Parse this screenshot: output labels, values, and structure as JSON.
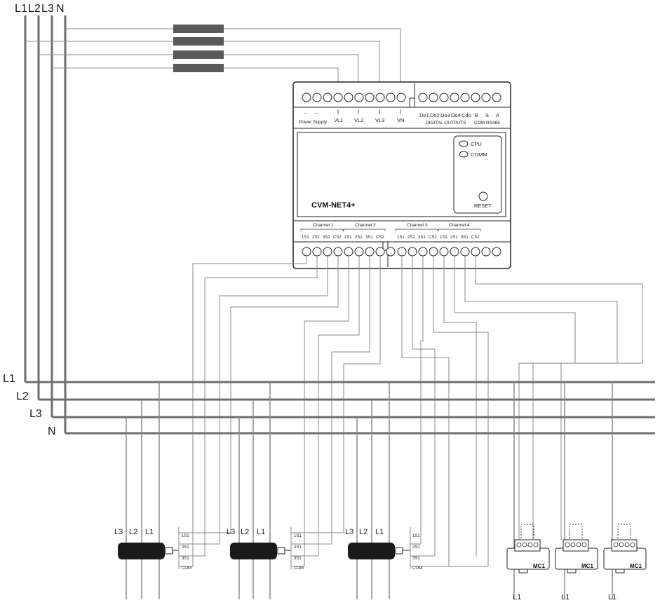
{
  "top_bus_labels": [
    "L1",
    "L2",
    "L3",
    "N"
  ],
  "bus_labels": [
    "L1",
    "L2",
    "L3",
    "N"
  ],
  "device": {
    "model": "CVM-NET4+",
    "top_terminals": {
      "power_tilde_1": "~",
      "power_tilde_2": "~",
      "power_supply": "Power Supply",
      "vl1": "VL1",
      "vl2": "VL2",
      "vl3": "VL3",
      "vn": "VN",
      "digital_codes": [
        "Do1",
        "Do2",
        "Do3",
        "Do4",
        "Cdo"
      ],
      "digital_outputs": "DIGITAL OUTPUTS",
      "com_codes": [
        "B",
        "S",
        "A"
      ],
      "com": "COM RS485"
    },
    "leds": {
      "cpu": "CPU",
      "comm": "COMM"
    },
    "reset": "RESET",
    "channels": [
      "Channel 1",
      "Channel 2",
      "Channel 3",
      "Channel 4"
    ],
    "channel_terminals": [
      "1S1",
      "2S1",
      "3S1",
      "CS2"
    ]
  },
  "cts": [
    {
      "phases": [
        "L3",
        "L2",
        "L1"
      ],
      "pins": [
        "1S1",
        "2S1",
        "3S1",
        "COM"
      ]
    },
    {
      "phases": [
        "L3",
        "L2",
        "L1"
      ],
      "pins": [
        "1S1",
        "2S1",
        "3S1",
        "COM"
      ]
    },
    {
      "phases": [
        "L3",
        "L2",
        "L1"
      ],
      "pins": [
        "1S1",
        "2S1",
        "3S1",
        "COM"
      ]
    }
  ],
  "mc_sensors": [
    {
      "label": "MC1",
      "phase": "L1"
    },
    {
      "label": "MC1",
      "phase": "L1"
    },
    {
      "label": "MC1",
      "phase": "L1"
    }
  ],
  "colors": {
    "wire": "#8a8a8a",
    "bus": "#6e6e6e",
    "fuse": "#5a5a5a",
    "ct": "#1a1a1a"
  }
}
